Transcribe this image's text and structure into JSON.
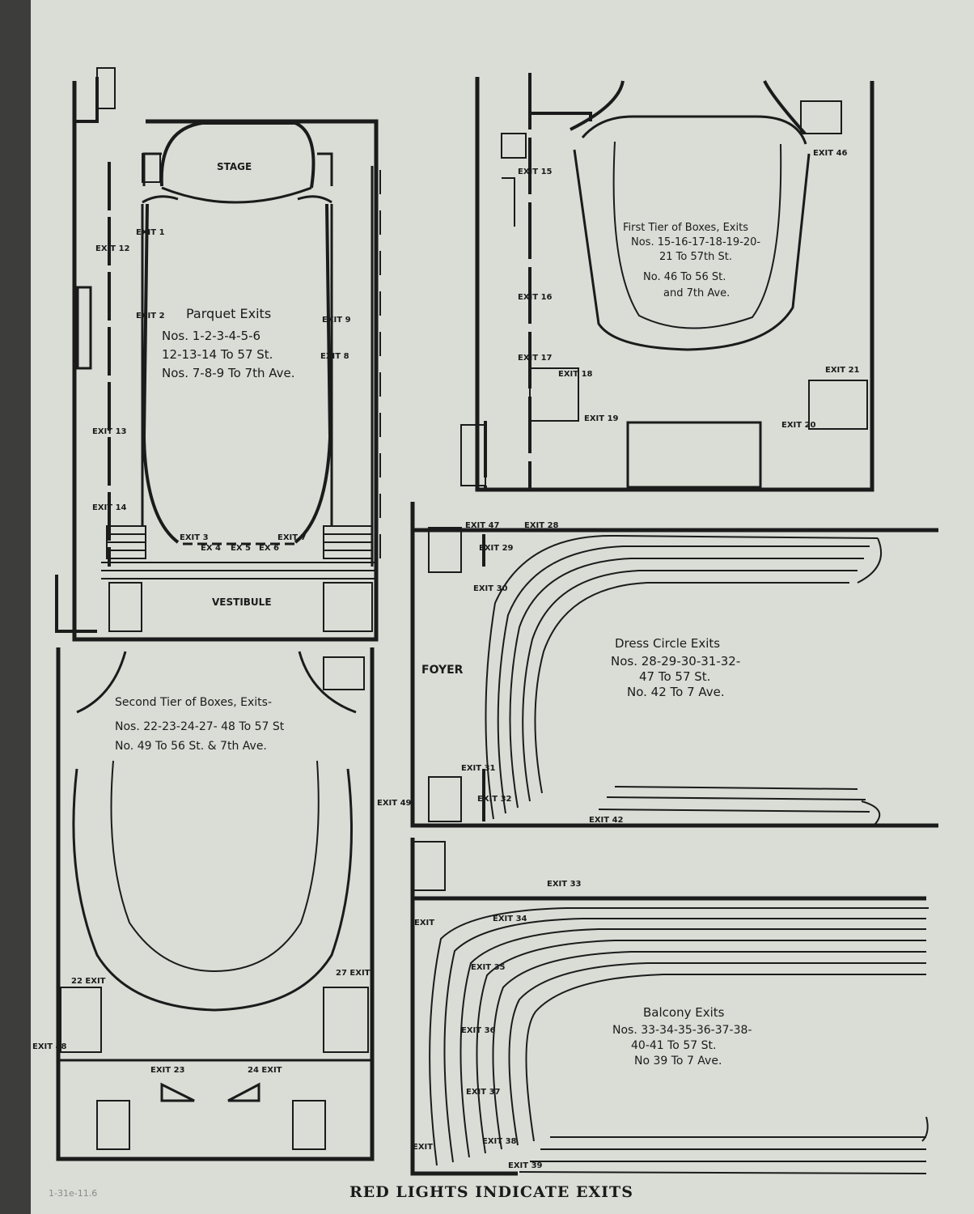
{
  "footer": "RED LIGHTS INDICATE EXITS",
  "pencil_note": "1-31e-11.6",
  "parquet": {
    "stage": "STAGE",
    "vestibule": "VESTIBULE",
    "title": "Parquet Exits",
    "line1": "Nos. 1-2-3-4-5-6",
    "line2": "12-13-14 To 57 St.",
    "line3": "Nos. 7-8-9 To 7th Ave.",
    "exits": {
      "e1": "EXIT 1",
      "e2": "EXIT 2",
      "e3": "EXIT 3",
      "e4": "EX 4",
      "e5": "EX 5",
      "e6": "EX 6",
      "e7": "EXIT 7",
      "e8": "EXIT 8",
      "e9": "EXIT 9",
      "e12": "EXIT 12",
      "e13": "EXIT 13",
      "e14": "EXIT 14"
    }
  },
  "first_tier": {
    "line1": "First Tier of Boxes, Exits",
    "line2": "Nos. 15-16-17-18-19-20-",
    "line3": "21 To 57th St.",
    "line4": "No. 46 To 56 St.",
    "line5": "and 7th Ave.",
    "exits": {
      "e15": "EXIT 15",
      "e16": "EXIT 16",
      "e17": "EXIT 17",
      "e18": "EXIT 18",
      "e19": "EXIT 19",
      "e20": "EXIT 20",
      "e21": "EXIT 21",
      "e46": "EXIT 46"
    }
  },
  "second_tier": {
    "line1": "Second Tier of Boxes, Exits-",
    "line2": "Nos. 22-23-24-27- 48 To 57 St",
    "line3": "No. 49 To 56 St. & 7th Ave.",
    "exits": {
      "e22": "22 EXIT",
      "e23": "EXIT 23",
      "e24": "24 EXIT",
      "e27": "27 EXIT",
      "e48": "EXIT 48",
      "e49": "EXIT 49"
    }
  },
  "dress_circle": {
    "foyer": "FOYER",
    "line1": "Dress Circle Exits",
    "line2": "Nos. 28-29-30-31-32-",
    "line3": "47 To 57 St.",
    "line4": "No. 42 To 7 Ave.",
    "exits": {
      "e28": "EXIT 28",
      "e29": "EXIT 29",
      "e30": "EXIT 30",
      "e31": "EXIT 31",
      "e32": "EXIT 32",
      "e42": "EXIT 42",
      "e47": "EXIT 47"
    }
  },
  "balcony": {
    "line1": "Balcony Exits",
    "line2": "Nos. 33-34-35-36-37-38-",
    "line3": "40-41 To 57 St.",
    "line4": "No 39 To 7 Ave.",
    "exits": {
      "e33": "EXIT 33",
      "e34": "EXIT 34",
      "e35": "EXIT 35",
      "e36": "EXIT 36",
      "e37": "EXIT 37",
      "e38": "EXIT 38",
      "e39": "EXIT 39",
      "e40": "EXIT",
      "e41": "EXIT"
    }
  }
}
